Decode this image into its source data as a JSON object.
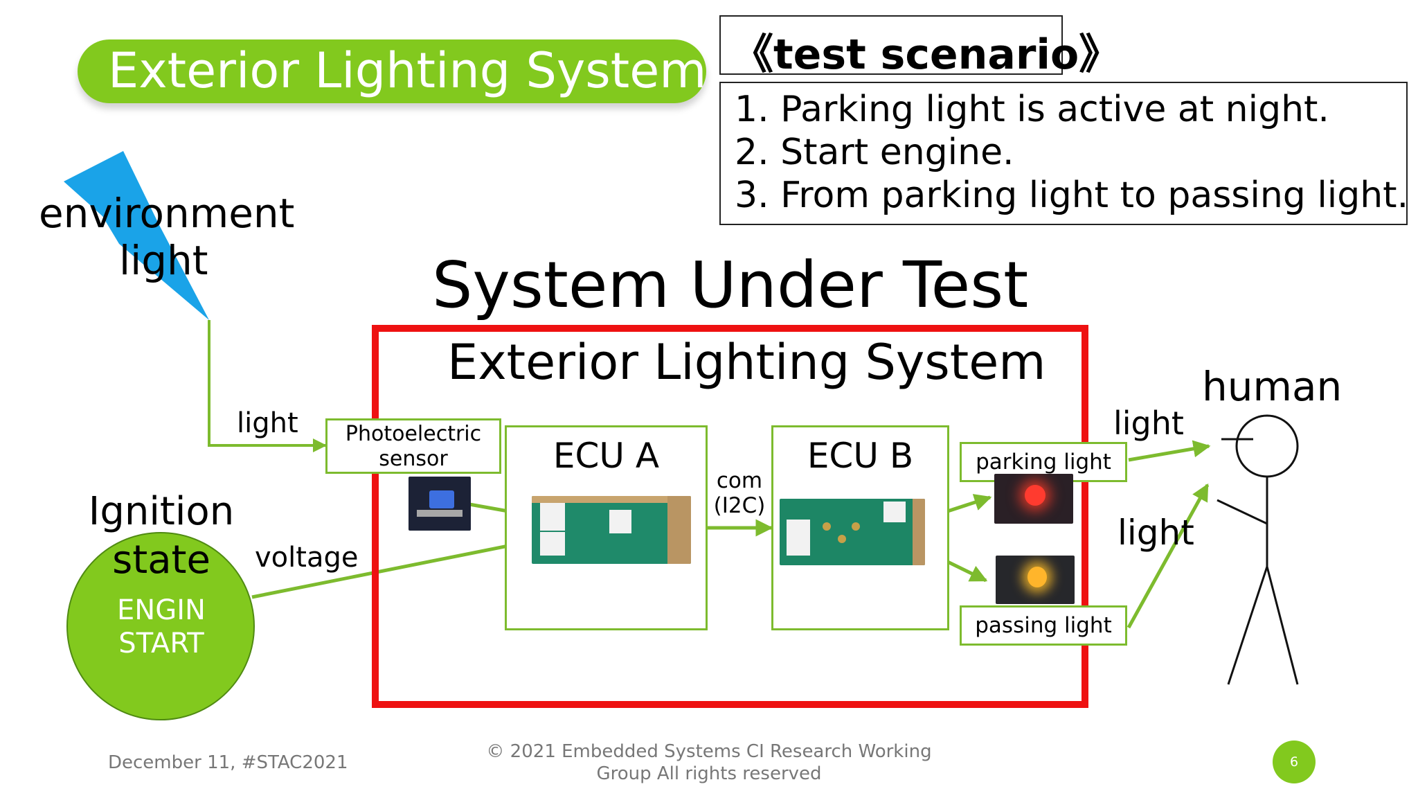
{
  "title": "Exterior Lighting System",
  "scenario": {
    "heading": "《test scenario》",
    "steps": [
      "1. Parking light is active at night.",
      "2. Start engine.",
      "3. From parking light to passing light."
    ]
  },
  "environment_label": [
    "environment",
    "light"
  ],
  "sut": {
    "heading": "System Under Test",
    "inner_title": "Exterior Lighting System"
  },
  "sensor_label": [
    "Photoelectric",
    "sensor"
  ],
  "ecu_a": "ECU A",
  "ecu_b": "ECU B",
  "com_label": [
    "com",
    "(I2C)"
  ],
  "ignition": {
    "label": [
      "Ignition",
      "state"
    ],
    "value": [
      "ENGIN",
      "START"
    ]
  },
  "flow_labels": {
    "light_in": "light",
    "voltage": "voltage",
    "light_out_1": "light",
    "light_out_2": "light"
  },
  "outputs": {
    "parking": "parking light",
    "passing": "passing light"
  },
  "human_label": "human",
  "footer": {
    "date": "December 11, #STAC2021",
    "copyright": [
      "©  2021 Embedded Systems CI Research Working",
      "Group All rights reserved"
    ],
    "page": "6"
  },
  "colors": {
    "accent_green": "#82c91e",
    "arrow_green": "#7dbb2e",
    "sut_red": "#ee1111",
    "lightning_blue": "#1aa3e8"
  }
}
